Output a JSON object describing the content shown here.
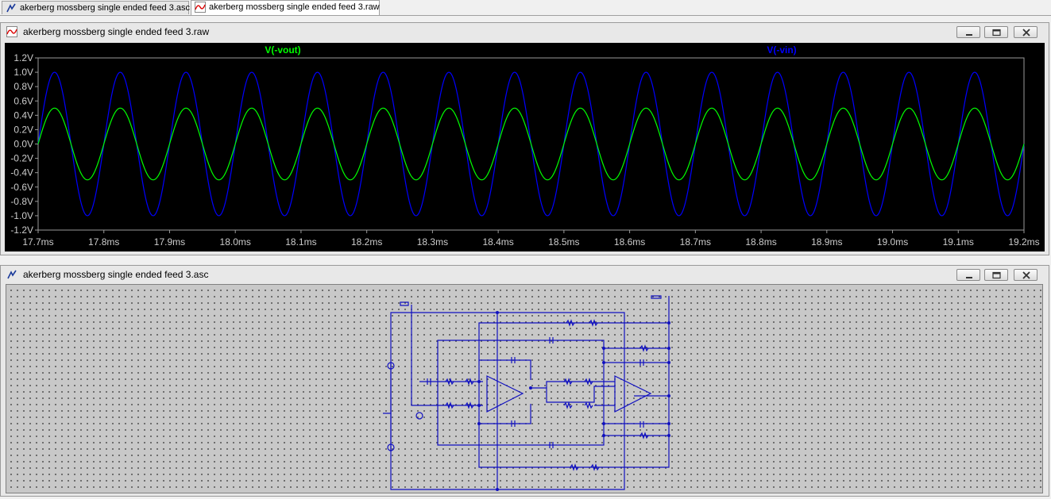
{
  "tabs": [
    {
      "label": "akerberg mossberg single ended feed 3.asc",
      "icon": "schematic-icon",
      "active": false
    },
    {
      "label": "akerberg mossberg single ended feed 3.raw",
      "icon": "waveform-icon",
      "active": true
    }
  ],
  "waveform_window": {
    "title": "akerberg mossberg single ended feed 3.raw",
    "icon": "waveform-icon"
  },
  "schematic_window": {
    "title": "akerberg mossberg single ended feed 3.asc",
    "icon": "schematic-icon"
  },
  "colors": {
    "vout": "#00ff00",
    "vin": "#0000ff",
    "plot_bg": "#000000",
    "axis_text": "#cccccc",
    "wire": "#0000cc"
  },
  "chart_data": {
    "type": "line",
    "xlabel_ticks": [
      "17.7ms",
      "17.8ms",
      "17.9ms",
      "18.0ms",
      "18.1ms",
      "18.2ms",
      "18.3ms",
      "18.4ms",
      "18.5ms",
      "18.6ms",
      "18.7ms",
      "18.8ms",
      "18.9ms",
      "19.0ms",
      "19.1ms",
      "19.2ms"
    ],
    "ylabel_ticks": [
      "1.2V",
      "1.0V",
      "0.8V",
      "0.6V",
      "0.4V",
      "0.2V",
      "0.0V",
      "-0.2V",
      "-0.4V",
      "-0.6V",
      "-0.8V",
      "-1.0V",
      "-1.2V"
    ],
    "xlim": [
      17.7,
      19.2
    ],
    "ylim": [
      -1.2,
      1.2
    ],
    "grid": false,
    "series": [
      {
        "name": "V(-vout)",
        "amplitude": 0.5,
        "frequency_khz": 10,
        "phase_deg": 0,
        "color": "#00ff00"
      },
      {
        "name": "V(-vin)",
        "amplitude": 1.0,
        "frequency_khz": 10,
        "phase_deg": 0,
        "color": "#0000ff"
      }
    ]
  }
}
